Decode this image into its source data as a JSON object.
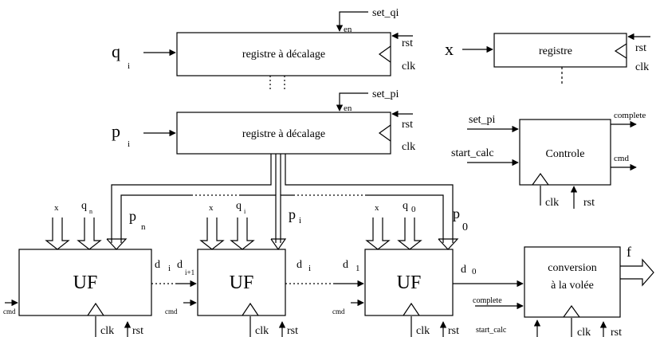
{
  "shift_register_q": {
    "label": "registre à décalage",
    "input_main": "q",
    "input_sub": "i",
    "set": "set_qi",
    "en": "en",
    "rst": "rst",
    "clk": "clk"
  },
  "shift_register_p": {
    "label": "registre à décalage",
    "input_main": "p",
    "input_sub": "i",
    "set": "set_pi",
    "en": "en",
    "rst": "rst",
    "clk": "clk"
  },
  "register_x": {
    "label": "registre",
    "input": "x",
    "rst": "rst",
    "clk": "clk"
  },
  "controle": {
    "label": "Controle",
    "in_set": "set_pi",
    "in_start": "start_calc",
    "out_complete": "complete",
    "out_cmd": "cmd",
    "clk": "clk",
    "rst": "rst"
  },
  "uf_blocks": [
    {
      "label": "UF",
      "x": "x",
      "q_main": "q",
      "q_sub": "n",
      "p_main": "p",
      "p_sub": "n",
      "d_in_main": "d",
      "d_in_sub": "i+1",
      "d_out_main": "d",
      "d_out_sub": "i",
      "cmd": "cmd",
      "clk": "clk",
      "rst": "rst"
    },
    {
      "label": "UF",
      "x": "x",
      "q_main": "q",
      "q_sub": "i",
      "p_main": "p",
      "p_sub": "i",
      "d_in_main": "d",
      "d_in_sub": "1",
      "d_out_main": "d",
      "d_out_sub": "i",
      "cmd": "cmd",
      "clk": "clk",
      "rst": "rst"
    },
    {
      "label": "UF",
      "x": "x",
      "q_main": "q",
      "q_sub": "0",
      "p_main": "p",
      "p_sub": "0",
      "d_out_main": "d",
      "d_out_sub": "0",
      "cmd": "cmd",
      "clk": "clk",
      "rst": "rst"
    }
  ],
  "conversion": {
    "line1": "conversion",
    "line2": "à la volée",
    "output": "f",
    "in_complete": "complete",
    "in_start": "start_calc",
    "clk": "clk",
    "rst": "rst"
  }
}
